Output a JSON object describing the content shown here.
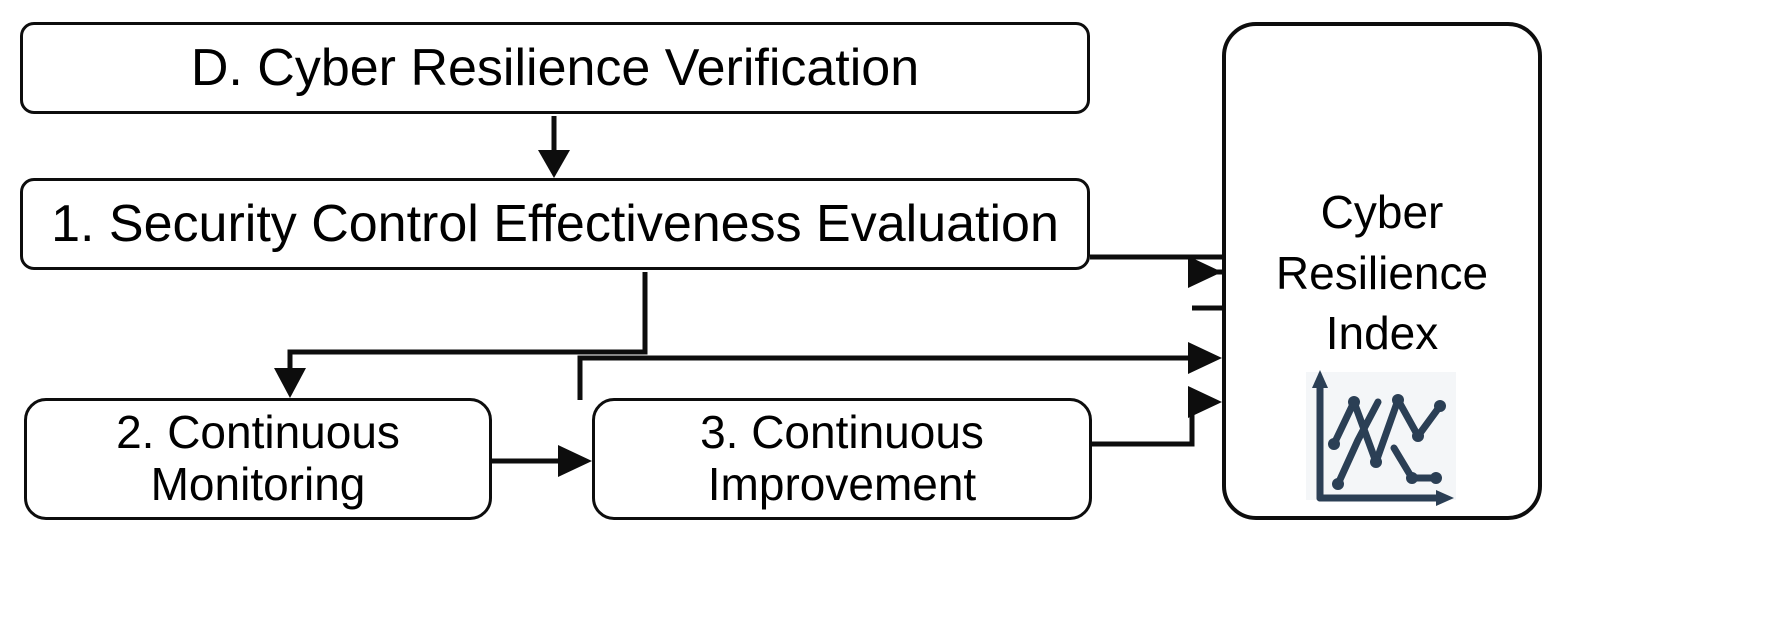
{
  "diagram": {
    "title": "D. Cyber Resilience Verification",
    "nodes": {
      "phase": {
        "id": "D",
        "label": "D. Cyber Resilience Verification"
      },
      "step1": {
        "id": "1",
        "label": "1. Security Control Effectiveness Evaluation"
      },
      "step2": {
        "id": "2",
        "label": "2. Continuous\nMonitoring"
      },
      "step3": {
        "id": "3",
        "label": "3. Continuous\nImprovement"
      },
      "output": {
        "id": "CRI",
        "label": "Cyber\nResilience\nIndex"
      }
    },
    "edges": [
      {
        "name": "phase-to-step1",
        "from": "D. Cyber Resilience Verification",
        "to": "1. Security Control Effectiveness Evaluation",
        "arrow": "down"
      },
      {
        "name": "step1-to-step2",
        "from": "1. Security Control Effectiveness Evaluation",
        "to": "2. Continuous Monitoring",
        "arrow": "down"
      },
      {
        "name": "step2-to-step3",
        "from": "2. Continuous Monitoring",
        "to": "3. Continuous Improvement",
        "arrow": "right"
      },
      {
        "name": "step1-to-index",
        "from": "1. Security Control Effectiveness Evaluation",
        "to": "Cyber Resilience Index",
        "arrow": "right"
      },
      {
        "name": "step2-to-index",
        "from": "2. Continuous Monitoring",
        "to": "Cyber Resilience Index",
        "arrow": "right"
      },
      {
        "name": "step3-to-index",
        "from": "3. Continuous Improvement",
        "to": "Cyber Resilience Index",
        "arrow": "right"
      }
    ],
    "icons": {
      "chart": {
        "name": "line-chart-icon",
        "color": "#2b3f55",
        "background": "#f4f6f8",
        "series": [
          {
            "name": "series-1",
            "points": [
              [
                8,
                55
              ],
              [
                30,
                92
              ],
              [
                52,
                30
              ],
              [
                74,
                88
              ],
              [
                96,
                28
              ],
              [
                118,
                62
              ],
              [
                140,
                36
              ]
            ]
          },
          {
            "name": "series-2",
            "points": [
              [
                22,
                120
              ],
              [
                44,
                100
              ],
              [
                66,
                78
              ],
              [
                88,
                112
              ],
              [
                110,
                108
              ],
              [
                132,
                108
              ]
            ]
          }
        ],
        "axes": {
          "x": "arrow-right",
          "y": "arrow-up"
        }
      }
    },
    "colors": {
      "stroke": "#0d0d0d",
      "background": "#ffffff",
      "text": "#000000",
      "accent": "#2b3f55"
    }
  }
}
